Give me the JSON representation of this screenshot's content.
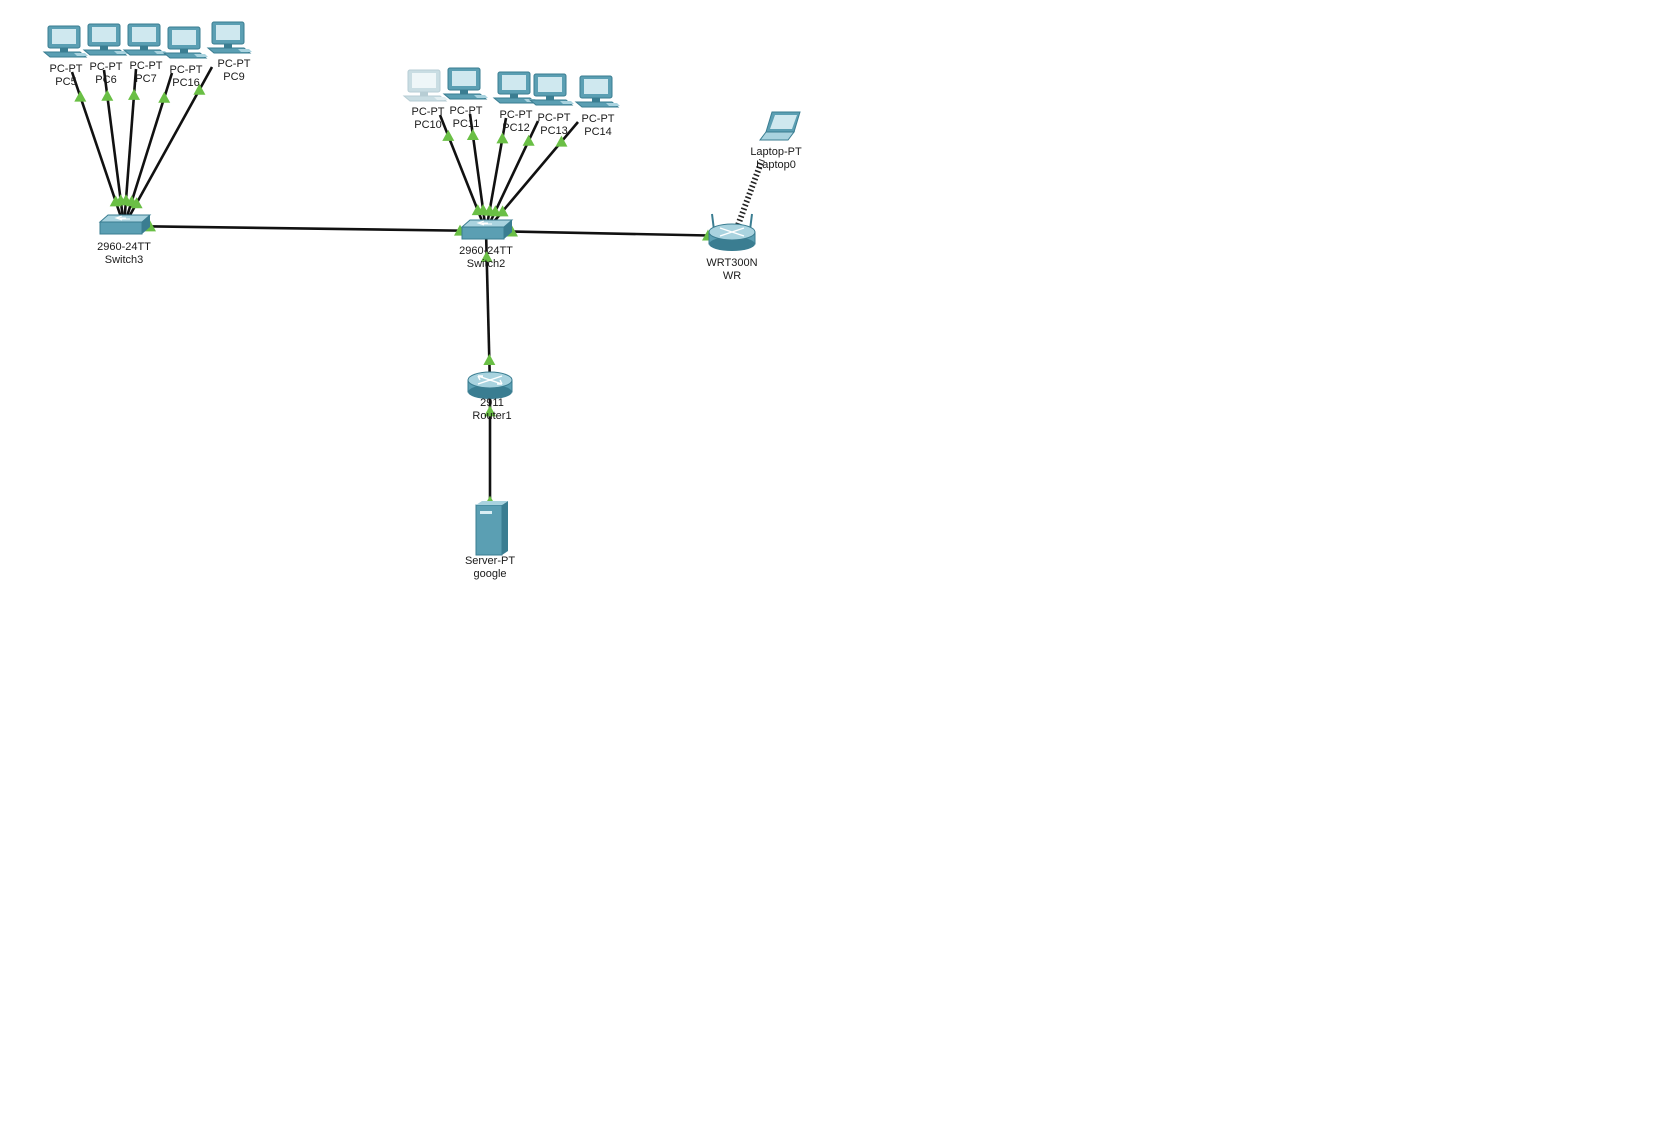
{
  "colors": {
    "canvas": "#ffffff",
    "cable": "#111111",
    "link_up": "#6abf45",
    "device": "#5b9fb3",
    "device_dark": "#3a7d91",
    "device_light": "#a9d3df",
    "pc_screen": "#cfe8ef",
    "pc_dim": "#c9dde3"
  },
  "devices": [
    {
      "id": "pc5",
      "kind": "pc",
      "icon": "desktop-pc-icon",
      "model": "PC-PT",
      "label": "PC5"
    },
    {
      "id": "pc6",
      "kind": "pc",
      "icon": "desktop-pc-icon",
      "model": "PC-PT",
      "label": "PC6"
    },
    {
      "id": "pc7",
      "kind": "pc",
      "icon": "desktop-pc-icon",
      "model": "PC-PT",
      "label": "PC7"
    },
    {
      "id": "pc16",
      "kind": "pc",
      "icon": "desktop-pc-icon",
      "model": "PC-PT",
      "label": "PC16"
    },
    {
      "id": "pc9",
      "kind": "pc",
      "icon": "desktop-pc-icon",
      "model": "PC-PT",
      "label": "PC9"
    },
    {
      "id": "switch3",
      "kind": "switch",
      "icon": "switch-icon",
      "model": "2960-24TT",
      "label": "Switch3"
    },
    {
      "id": "pc10",
      "kind": "pc",
      "icon": "desktop-pc-icon",
      "model": "PC-PT",
      "label": "PC10",
      "dimmed": true
    },
    {
      "id": "pc11",
      "kind": "pc",
      "icon": "desktop-pc-icon",
      "model": "PC-PT",
      "label": "PC11"
    },
    {
      "id": "pc12",
      "kind": "pc",
      "icon": "desktop-pc-icon",
      "model": "PC-PT",
      "label": "PC12"
    },
    {
      "id": "pc13",
      "kind": "pc",
      "icon": "desktop-pc-icon",
      "model": "PC-PT",
      "label": "PC13"
    },
    {
      "id": "pc14",
      "kind": "pc",
      "icon": "desktop-pc-icon",
      "model": "PC-PT",
      "label": "PC14"
    },
    {
      "id": "switch2",
      "kind": "switch",
      "icon": "switch-icon",
      "model": "2960-24TT",
      "label": "Switch2"
    },
    {
      "id": "wr",
      "kind": "wireless",
      "icon": "wireless-router-icon",
      "model": "WRT300N",
      "label": "WR"
    },
    {
      "id": "laptop0",
      "kind": "laptop",
      "icon": "laptop-icon",
      "model": "Laptop-PT",
      "label": "Laptop0"
    },
    {
      "id": "router1",
      "kind": "router",
      "icon": "router-icon",
      "model": "2911",
      "label": "Router1"
    },
    {
      "id": "google",
      "kind": "server",
      "icon": "server-icon",
      "model": "Server-PT",
      "label": "google"
    }
  ],
  "links": [
    {
      "from": "pc5",
      "to": "switch3",
      "type": "copper"
    },
    {
      "from": "pc6",
      "to": "switch3",
      "type": "copper"
    },
    {
      "from": "pc7",
      "to": "switch3",
      "type": "copper"
    },
    {
      "from": "pc16",
      "to": "switch3",
      "type": "copper"
    },
    {
      "from": "pc9",
      "to": "switch3",
      "type": "copper"
    },
    {
      "from": "pc10",
      "to": "switch2",
      "type": "copper"
    },
    {
      "from": "pc11",
      "to": "switch2",
      "type": "copper"
    },
    {
      "from": "pc12",
      "to": "switch2",
      "type": "copper"
    },
    {
      "from": "pc13",
      "to": "switch2",
      "type": "copper"
    },
    {
      "from": "pc14",
      "to": "switch2",
      "type": "copper"
    },
    {
      "from": "switch3",
      "to": "switch2",
      "type": "copper"
    },
    {
      "from": "switch2",
      "to": "wr",
      "type": "copper"
    },
    {
      "from": "switch2",
      "to": "router1",
      "type": "copper"
    },
    {
      "from": "router1",
      "to": "google",
      "type": "copper"
    },
    {
      "from": "wr",
      "to": "laptop0",
      "type": "wireless"
    }
  ]
}
